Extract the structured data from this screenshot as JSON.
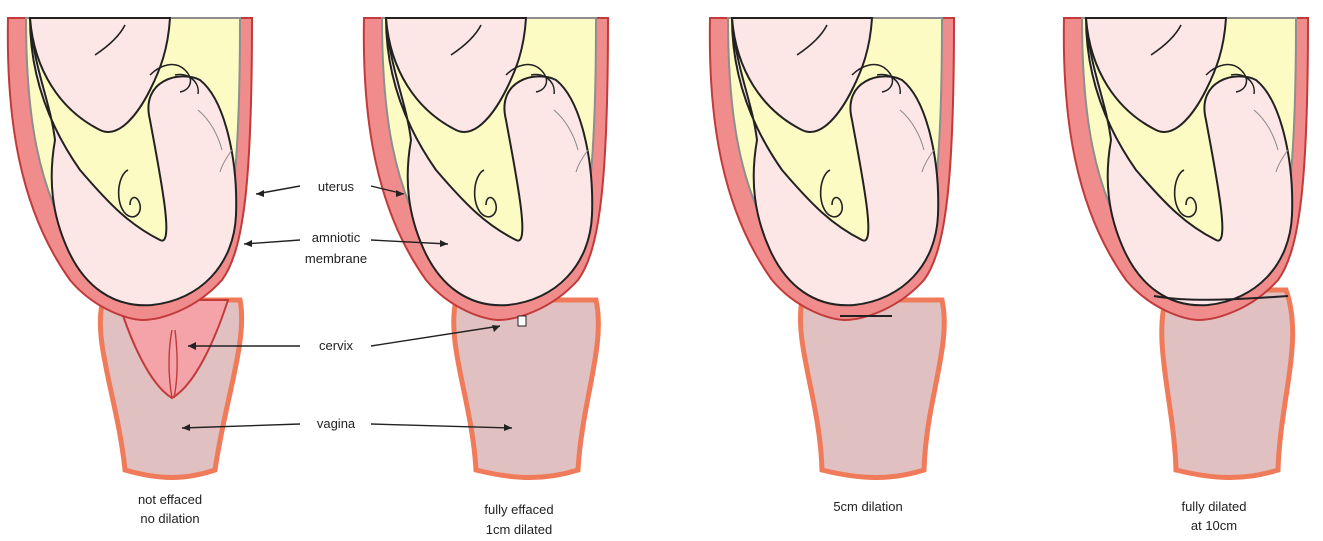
{
  "labels": {
    "uterus": "uterus",
    "amniotic_1": "amniotic",
    "amniotic_2": "membrane",
    "cervix": "cervix",
    "vagina": "vagina"
  },
  "stages": [
    {
      "line1": "not effaced",
      "line2": "no dilation"
    },
    {
      "line1": "fully effaced",
      "line2": "1cm dilated"
    },
    {
      "line1": "5cm dilation",
      "line2": ""
    },
    {
      "line1": "fully dilated",
      "line2": "at 10cm"
    }
  ],
  "colors": {
    "uterus_wall": "#f08c8c",
    "uterus_outline": "#c23a3a",
    "skin": "#fde6e6",
    "amniotic_fluid": "#fdfbc4",
    "membrane": "#9e9e9e",
    "cervix": "#f4a3a8",
    "vagina": "#e0c0c0",
    "vagina_wall": "#f07b5a"
  }
}
